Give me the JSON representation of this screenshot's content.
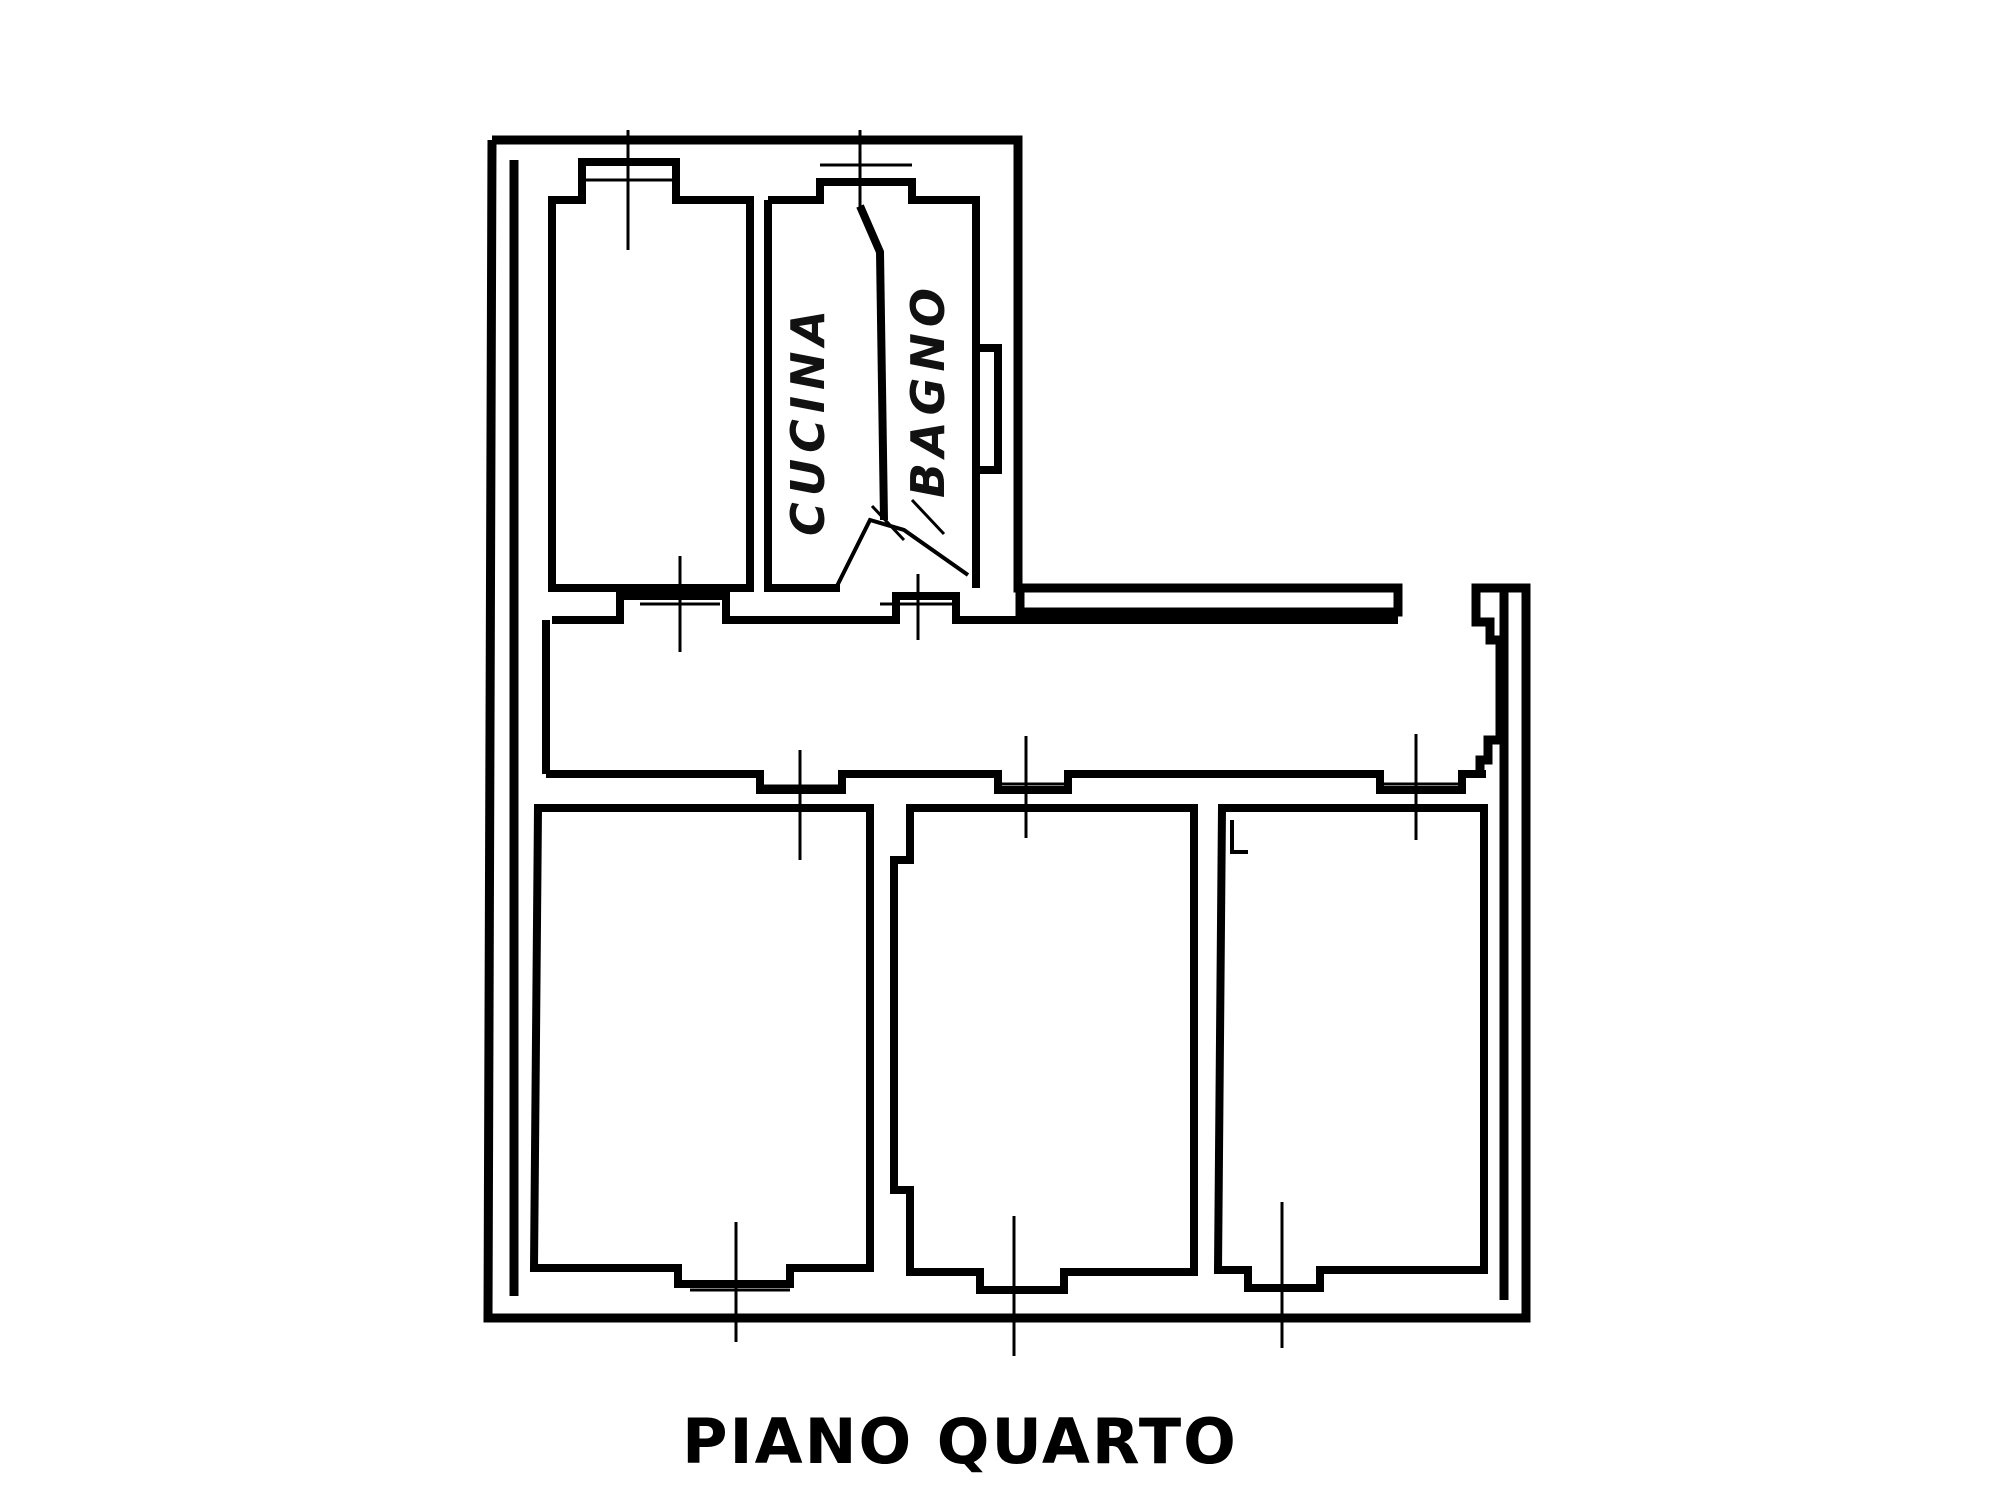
{
  "floor_plan": {
    "title": "PIANO QUARTO",
    "rooms": [
      {
        "id": "cucina",
        "label": "CUCINA"
      },
      {
        "id": "bagno",
        "label": "BAGNO"
      }
    ],
    "colors": {
      "ink": "#000000",
      "background": "#ffffff"
    }
  }
}
